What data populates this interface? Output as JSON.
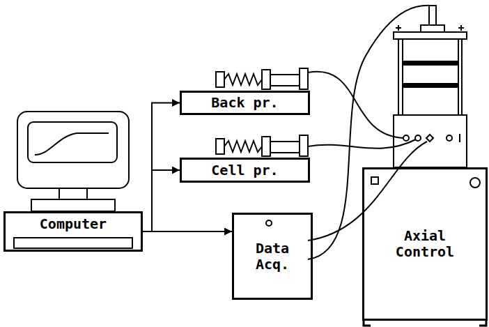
{
  "diagram": {
    "nodes": [
      {
        "text": [
          "Computer"
        ]
      },
      {
        "text": [
          "Back pr."
        ]
      },
      {
        "text": [
          "Cell pr."
        ]
      },
      {
        "text": [
          "Data Acq."
        ]
      },
      {
        "text": [
          "Axial Control"
        ]
      }
    ],
    "edges": [
      {
        "from": 0,
        "to": 1,
        "arrow": "to"
      },
      {
        "from": 0,
        "to": 2,
        "arrow": "to"
      },
      {
        "from": 0,
        "to": 3,
        "arrow": "to"
      }
    ]
  }
}
